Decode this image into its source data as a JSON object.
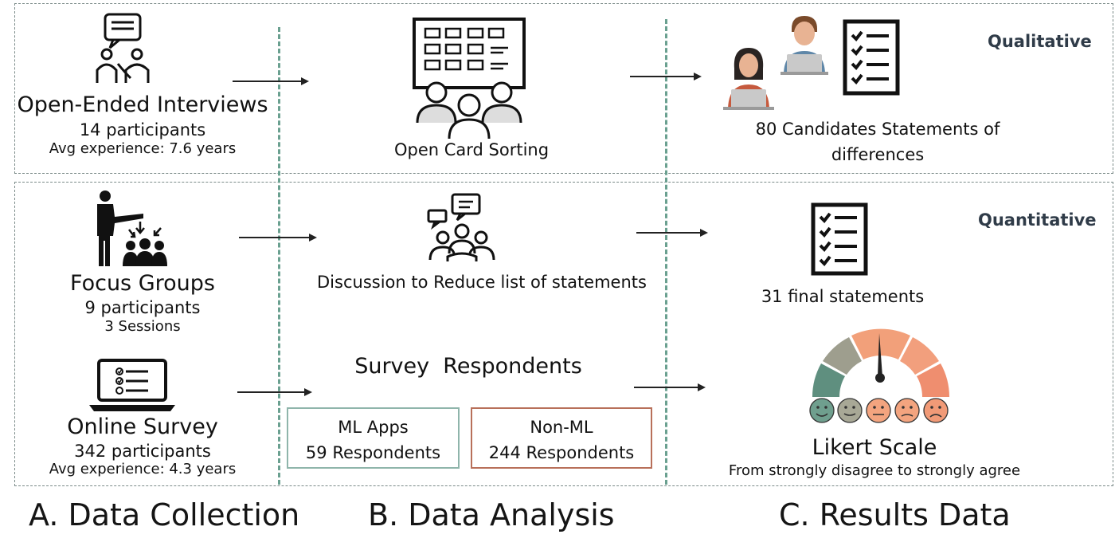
{
  "qualitative_tag": "Qualitative",
  "quantitative_tag": "Quantitative",
  "collection": {
    "interviews": {
      "title": "Open-Ended Interviews",
      "line1": "14 participants",
      "line2": "Avg experience: 7.6 years"
    },
    "focus_groups": {
      "title": "Focus Groups",
      "line1": "9 participants",
      "line2": "3 Sessions"
    },
    "survey": {
      "title": "Online Survey",
      "line1": "342 participants",
      "line2": "Avg experience: 4.3 years"
    }
  },
  "analysis": {
    "card_sorting": "Open Card Sorting",
    "discussion": "Discussion to Reduce list of statements",
    "survey_respondents": "Survey  Respondents",
    "ml_apps": {
      "label": "ML Apps",
      "count": "59 Respondents"
    },
    "non_ml": {
      "label": "Non-ML",
      "count": "244 Respondents"
    }
  },
  "results": {
    "candidates_line1": "80 Candidates Statements of",
    "candidates_line2": "differences",
    "final": "31 final statements",
    "likert_title": "Likert Scale",
    "likert_sub": "From strongly disagree to strongly agree"
  },
  "sections": {
    "a": "A. Data Collection",
    "b": "B. Data Analysis",
    "c": "C. Results Data"
  },
  "colors": {
    "divider": "#6aa090",
    "ml_border": "#8fb5ab",
    "nonml_border": "#b8705a",
    "gauge": [
      "#5f8f7f",
      "#9e9e8e",
      "#f2a07a",
      "#f29f7d",
      "#ef8e6f"
    ]
  }
}
